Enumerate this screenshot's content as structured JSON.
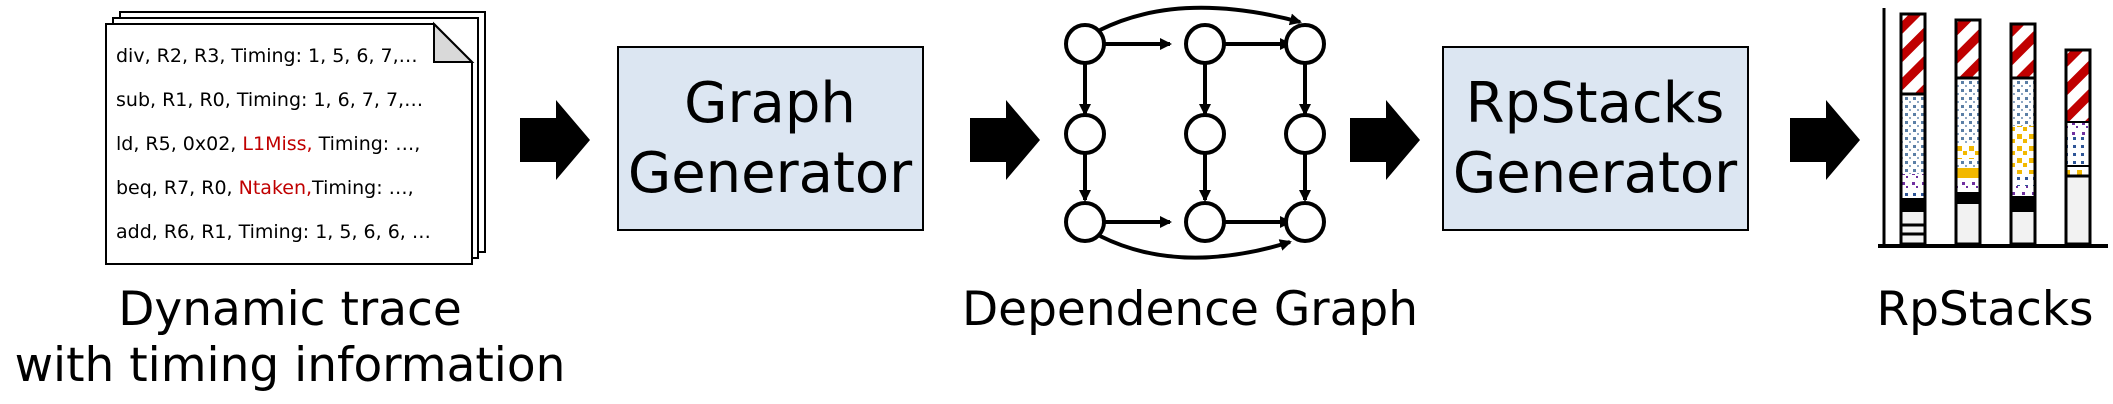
{
  "trace": {
    "lines": [
      {
        "parts": [
          {
            "text": "div, R2, R3, Timing: 1, 5, 6, 7,…",
            "highlight": false
          }
        ]
      },
      {
        "parts": [
          {
            "text": "sub, R1, R0, Timing: 1, 6, 7, 7,…",
            "highlight": false
          }
        ]
      },
      {
        "parts": [
          {
            "text": "ld, R5, 0x02, ",
            "highlight": false
          },
          {
            "text": "L1Miss,",
            "highlight": true
          },
          {
            "text": " Timing: …,",
            "highlight": false
          }
        ]
      },
      {
        "parts": [
          {
            "text": "beq, R7, R0, ",
            "highlight": false
          },
          {
            "text": "Ntaken,",
            "highlight": true
          },
          {
            "text": "Timing: …,",
            "highlight": false
          }
        ]
      },
      {
        "parts": [
          {
            "text": "add, R6, R1, Timing: 1, 5, 6, 6, …",
            "highlight": false
          }
        ]
      }
    ],
    "caption_line1": "Dynamic trace",
    "caption_line2": "with timing information",
    "highlight_color": "#c00000"
  },
  "graph_generator": {
    "line1": "Graph",
    "line2": "Generator"
  },
  "dependence_graph": {
    "caption": "Dependence Graph"
  },
  "rpstacks_generator": {
    "line1": "RpStacks",
    "line2": "Generator"
  },
  "rpstacks": {
    "caption": "RpStacks"
  },
  "colors": {
    "box_fill": "#dce6f2",
    "stroke": "#000000",
    "hatch_red": "#c00000",
    "dots_blue": "#5b7fa6",
    "yellow": "#f2b800",
    "purple": "#7030a0",
    "bar_bottom": "#f2f2f2"
  }
}
